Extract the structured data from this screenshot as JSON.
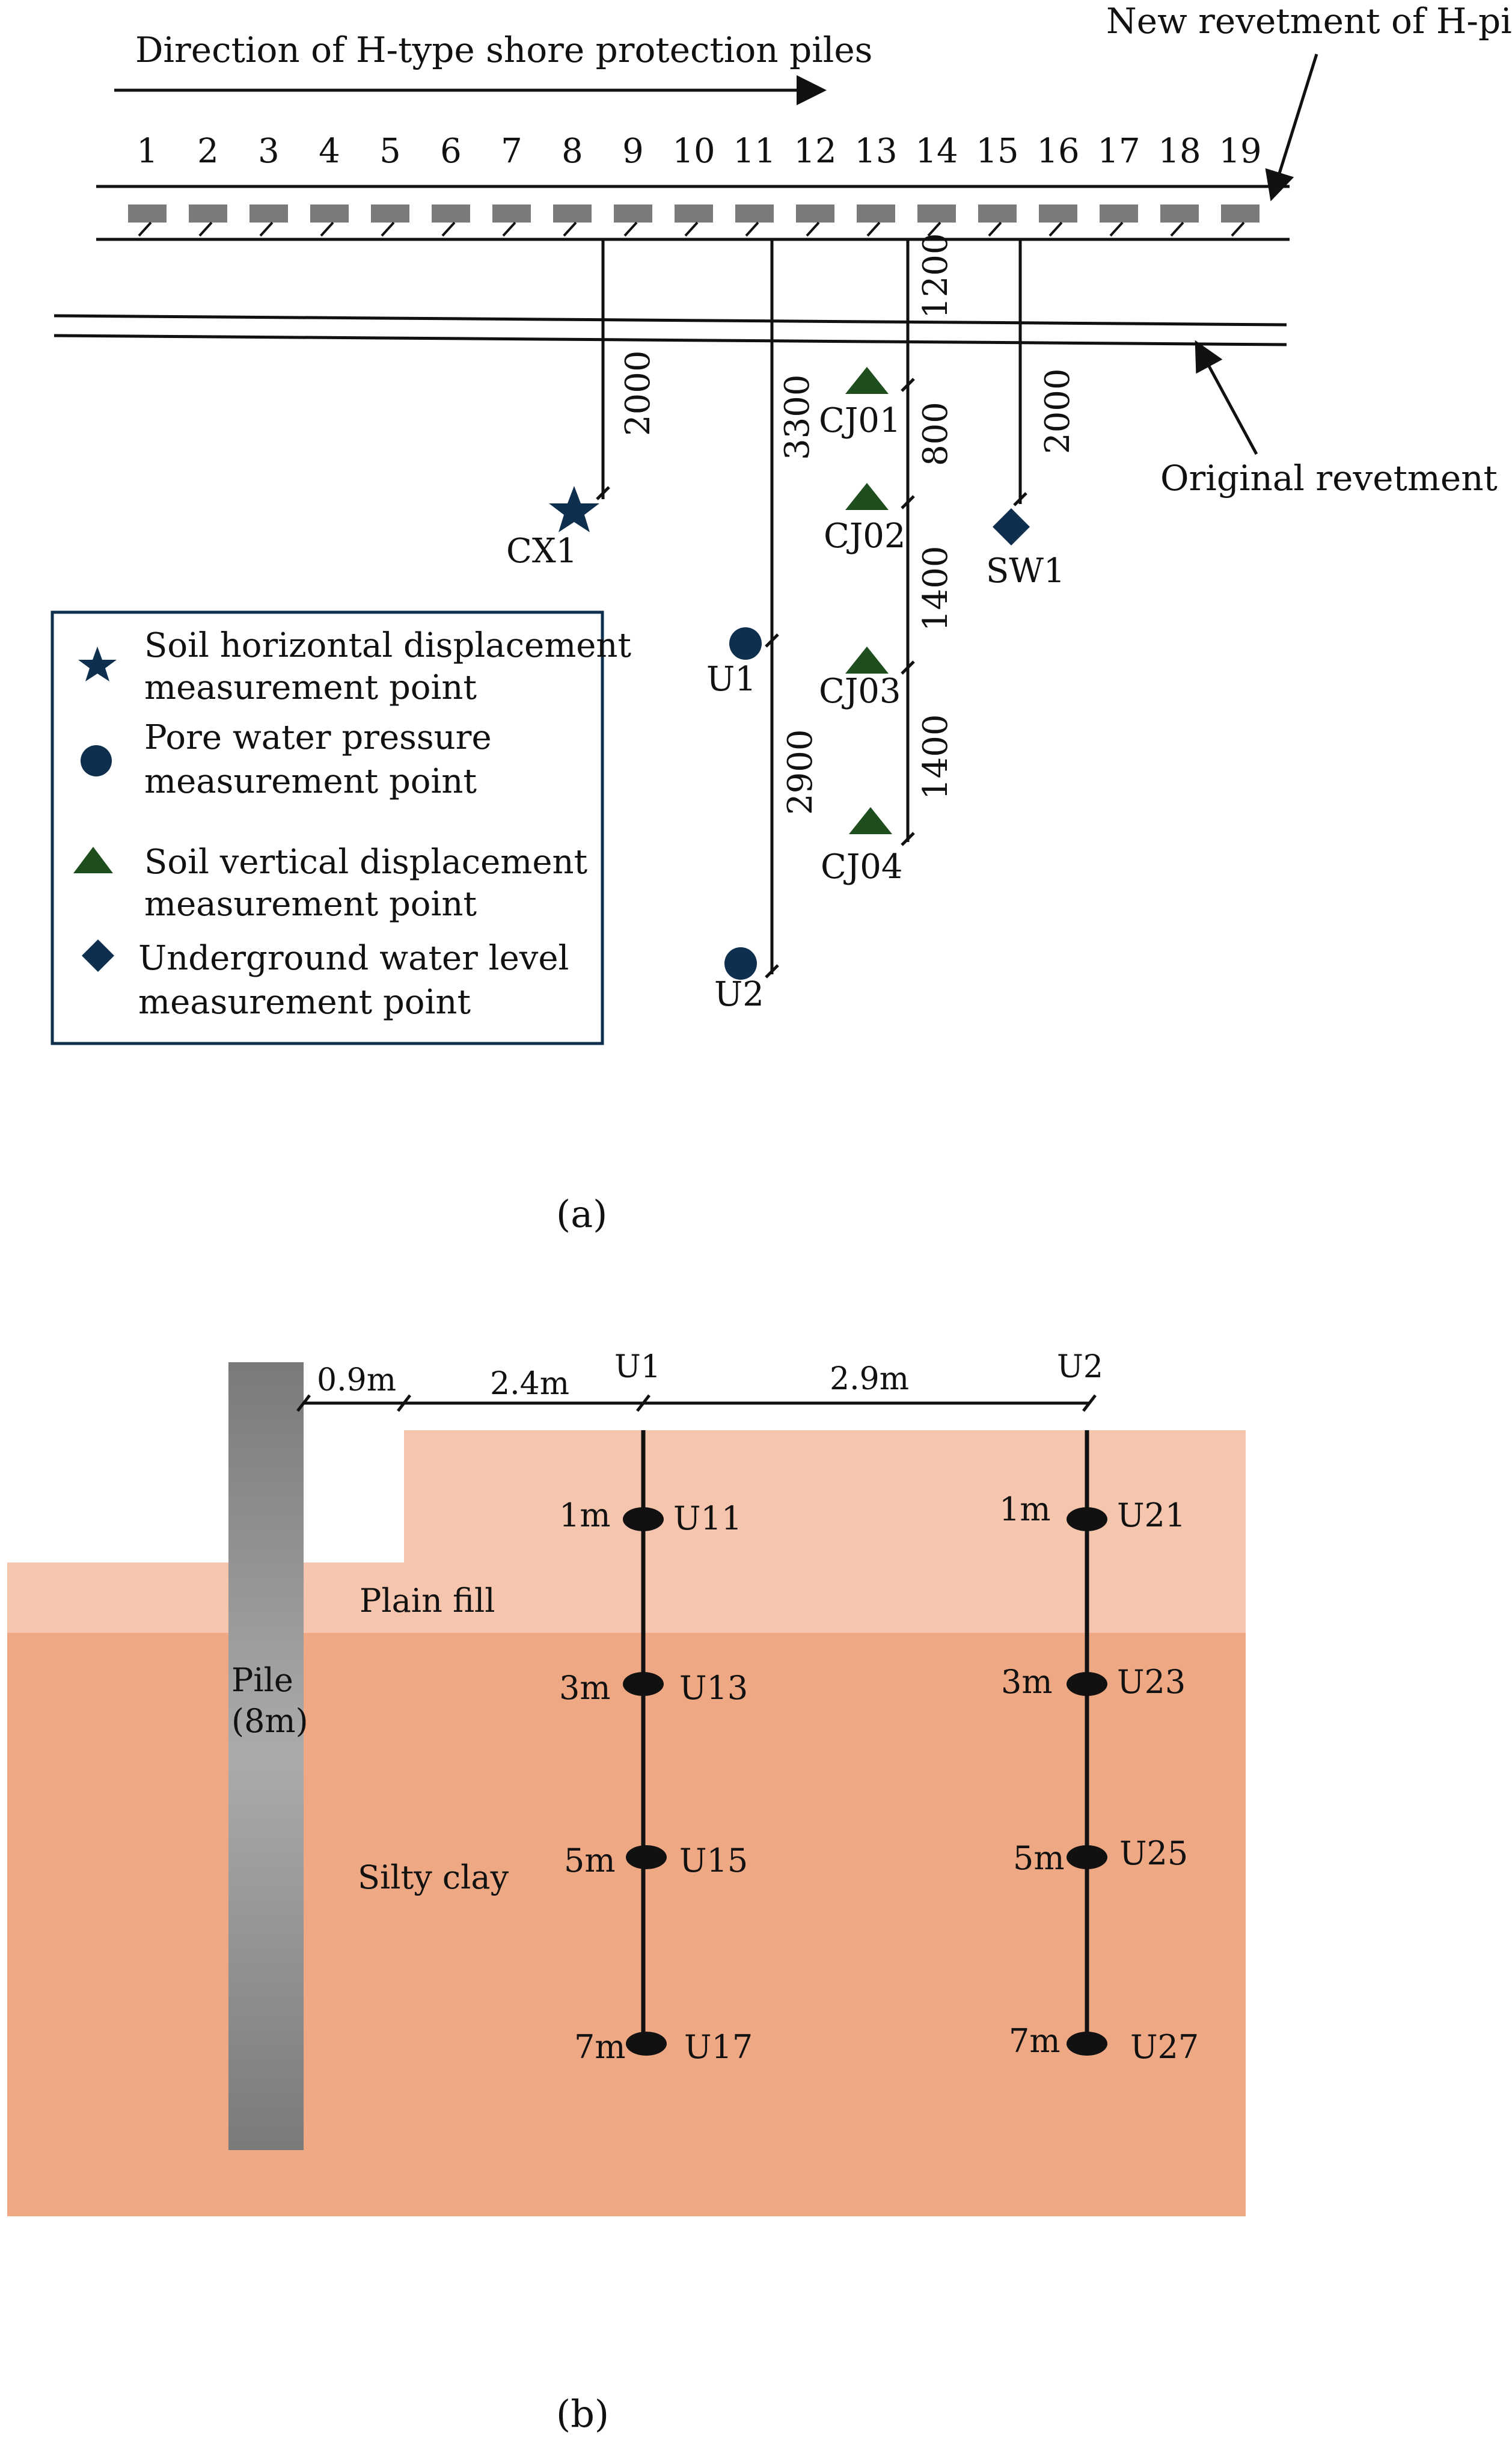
{
  "panel_a": {
    "direction_label": "Direction of H-type shore protection piles",
    "new_revetment_label": "New revetment of H-piles",
    "original_revetment_label": "Original revetment",
    "pile_numbers": [
      "1",
      "2",
      "3",
      "4",
      "5",
      "6",
      "7",
      "8",
      "9",
      "10",
      "11",
      "12",
      "13",
      "14",
      "15",
      "16",
      "17",
      "18",
      "19"
    ],
    "dimensions": {
      "cx1": "2000",
      "u_line": "3300",
      "u_between": "2900",
      "cj_top": "1200",
      "cj_01_02": "800",
      "cj_02_03": "1400",
      "cj_03_04": "1400",
      "sw": "2000"
    },
    "points": {
      "cx1": "CX1",
      "u1": "U1",
      "u2": "U2",
      "cj01": "CJ01",
      "cj02": "CJ02",
      "cj03": "CJ03",
      "cj04": "CJ04",
      "sw1": "SW1"
    },
    "legend": {
      "star_line1": "Soil horizontal displacement",
      "star_line2": "measurement point",
      "circle_line1": "Pore water pressure",
      "circle_line2": "measurement point",
      "triangle_line1": "Soil vertical displacement",
      "triangle_line2": "measurement point",
      "diamond_line1": "Underground water level",
      "diamond_line2": "measurement point"
    },
    "caption": "(a)"
  },
  "panel_b": {
    "dim_09": "0.9m",
    "dim_24": "2.4m",
    "dim_29": "2.9m",
    "u1_label": "U1",
    "u2_label": "U2",
    "plain_fill": "Plain fill",
    "silty_clay": "Silty clay",
    "pile_line1": "Pile",
    "pile_line2": "(8m)",
    "depths": [
      "1m",
      "3m",
      "5m",
      "7m"
    ],
    "u1_sensors": [
      "U11",
      "U13",
      "U15",
      "U17"
    ],
    "u2_sensors": [
      "U21",
      "U23",
      "U25",
      "U27"
    ],
    "caption": "(b)"
  },
  "colors": {
    "plain_fill": "#f5c6ad",
    "silty_clay": "#efa884",
    "marker": "#0e2f4d",
    "triangle": "#1e4d1e",
    "pile_segment": "#7a7a7a"
  }
}
